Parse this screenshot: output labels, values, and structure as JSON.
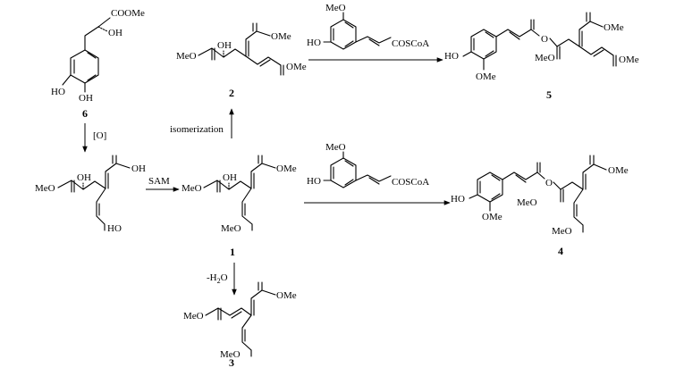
{
  "compounds": {
    "c6": {
      "label": "6",
      "atoms": {
        "ester": "COOMe",
        "oh": "OH",
        "ho1": "HO",
        "oh2": "OH"
      }
    },
    "c2": {
      "label": "2",
      "atoms": {
        "oh": "OH",
        "meo": "MeO",
        "ome1": "OMe",
        "ome2": "OMe"
      }
    },
    "c5": {
      "label": "5",
      "atoms": {
        "ho": "HO",
        "ome_ring": "OMe",
        "o_ester": "O",
        "meo": "MeO",
        "ome1": "OMe",
        "ome2": "OMe"
      }
    },
    "cAcid": {
      "atoms": {
        "oh": "OH",
        "meo": "MeO",
        "oh2": "OH",
        "ho": "HO"
      }
    },
    "c1": {
      "label": "1",
      "atoms": {
        "oh": "OH",
        "meo": "MeO",
        "ome": "OMe",
        "meo2": "MeO"
      }
    },
    "c4": {
      "label": "4",
      "atoms": {
        "ho": "HO",
        "ome_ring": "OMe",
        "o_ester": "O",
        "meo": "MeO",
        "ome": "OMe",
        "meo2": "MeO"
      }
    },
    "c3": {
      "label": "3",
      "atoms": {
        "meo": "MeO",
        "ome": "OMe",
        "meo2": "MeO"
      }
    },
    "reagentTop": {
      "meo": "MeO",
      "ho": "HO",
      "coscoa": "COSCoA"
    },
    "reagentMid": {
      "meo": "MeO",
      "ho": "HO",
      "coscoa": "COSCoA"
    }
  },
  "conditions": {
    "oxidation": "[O]",
    "sam": "SAM",
    "isomerization": "isomerization",
    "dehydration_pre": "-H",
    "dehydration_sub": "2",
    "dehydration_post": "O"
  }
}
